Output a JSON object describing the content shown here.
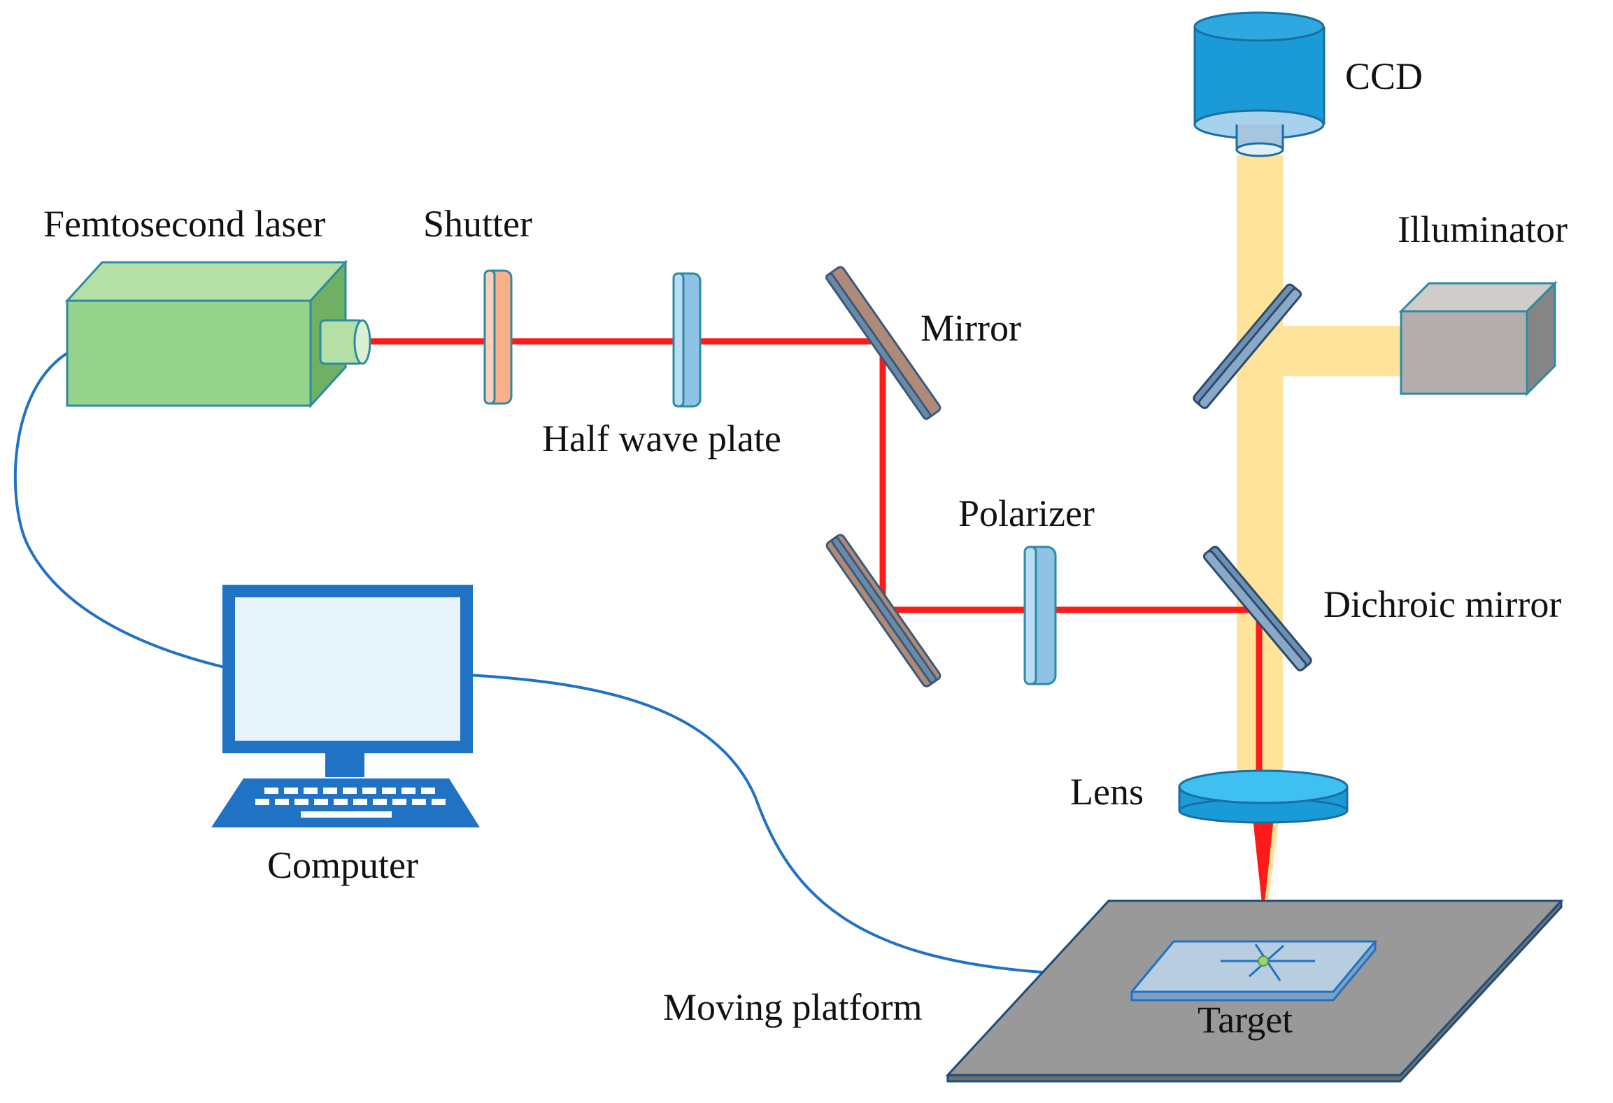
{
  "labels": {
    "femtosecond_laser": "Femtosecond laser",
    "shutter": "Shutter",
    "half_wave_plate": "Half wave plate",
    "mirror": "Mirror",
    "polarizer": "Polarizer",
    "ccd": "CCD",
    "illuminator": "Illuminator",
    "dichroic_mirror": "Dichroic mirror",
    "lens": "Lens",
    "computer": "Computer",
    "moving_platform": "Moving platform",
    "target": "Target"
  },
  "colors": {
    "laser_beam": "#ff1a1a",
    "illumination_beam": "#fde49a",
    "laser_body": "#96d38c",
    "ccd_body": "#1a9ad6",
    "illuminator_body": "#b3aeab",
    "computer": "#1f72c4",
    "platform": "#999999",
    "cable": "#1f72c4"
  }
}
